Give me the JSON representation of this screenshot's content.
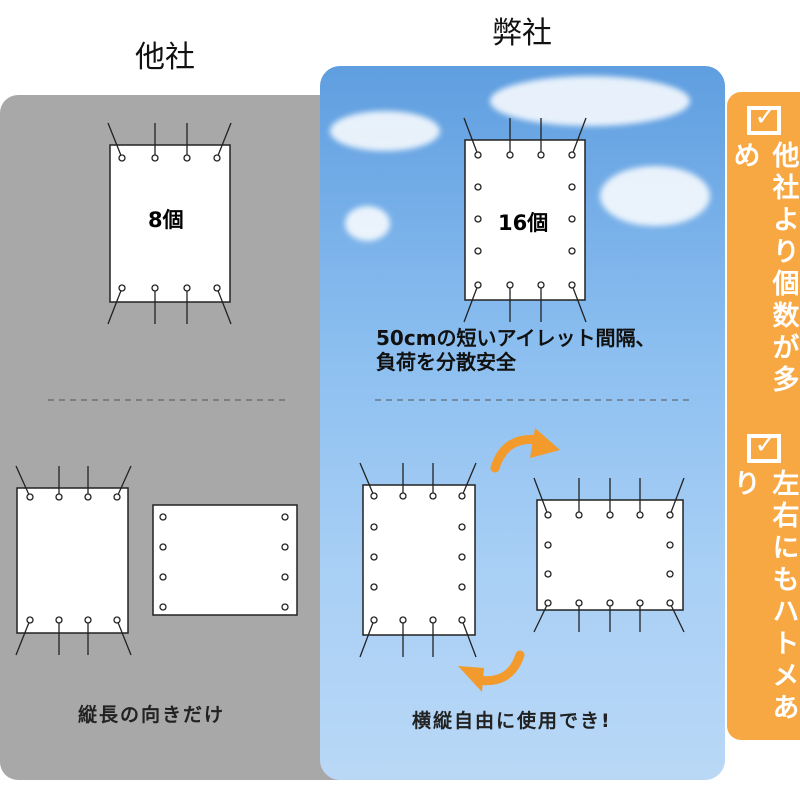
{
  "headers": {
    "others": "他社",
    "ours": "弊社"
  },
  "counts": {
    "others": "8個",
    "ours": "16個"
  },
  "feature_text": {
    "line1": "50cmの短いアイレット間隔、",
    "line2": "負荷を分散安全"
  },
  "bottom_labels": {
    "others": "縦長の向きだけ",
    "ours": "横縦自由に使用でき!"
  },
  "side_points": [
    {
      "icon": "checkbox-icon",
      "text": "他社より個数が多め"
    },
    {
      "icon": "checkbox-icon",
      "text": "左右にもハトメあり"
    }
  ],
  "colors": {
    "gray_panel": "#a8a8a8",
    "orange": "#f8a843",
    "sky": "#8cbff0"
  }
}
